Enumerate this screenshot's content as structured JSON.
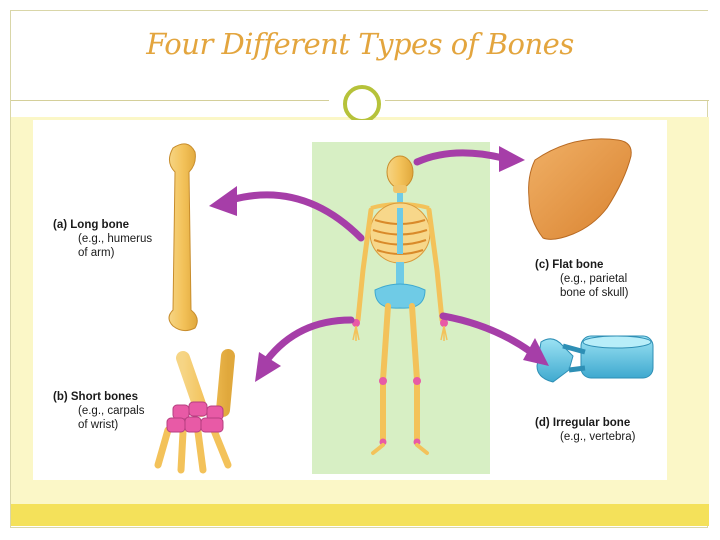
{
  "slide": {
    "title": "Four Different Types of Bones"
  },
  "labels": {
    "a": {
      "letter": "(a)",
      "name": "Long bone",
      "line1": "(e.g., humerus",
      "line2": "of arm)"
    },
    "b": {
      "letter": "(b)",
      "name": "Short bones",
      "line1": "(e.g., carpals",
      "line2": "of wrist)"
    },
    "c": {
      "letter": "(c)",
      "name": "Flat bone",
      "line1": "(e.g., parietal",
      "line2": "bone of skull)"
    },
    "d": {
      "letter": "(d)",
      "name": "Irregular bone",
      "line1": "(e.g., vertebra)"
    }
  },
  "colors": {
    "title": "#e3a53e",
    "accent_ring": "#b6c23a",
    "content_band": "#fbf7c7",
    "bottom_band": "#f4e15a",
    "skeleton_panel": "#d7efc4",
    "bone": "#f3c25a",
    "flat_bone": "#e99a4a",
    "cartilage": "#6fcbe6",
    "carpals": "#e85aa6",
    "arrow": "#a63ea8"
  }
}
